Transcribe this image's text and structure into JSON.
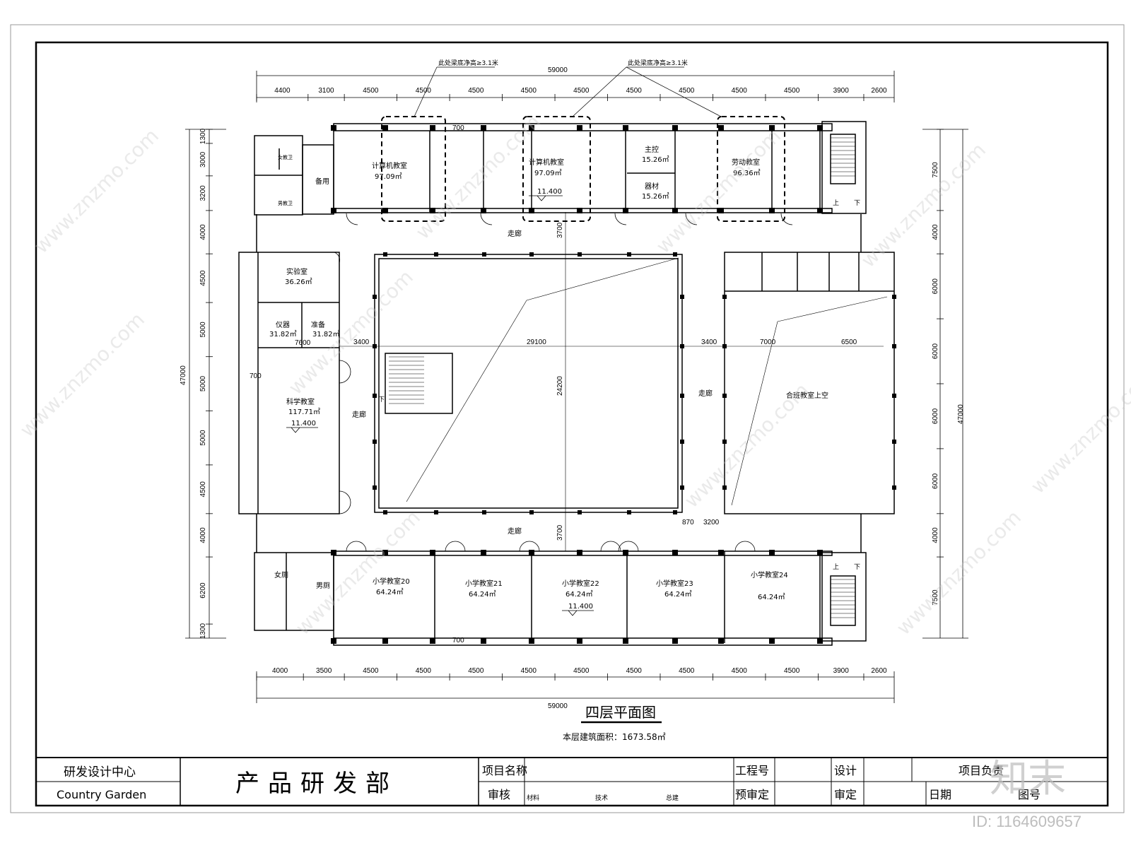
{
  "notes": {
    "left": "此处梁底净高≥3.1米",
    "right": "此处梁底净高≥3.1米"
  },
  "dims": {
    "top_total": "59000",
    "top": [
      "4400",
      "3100",
      "4500",
      "4500",
      "4500",
      "4500",
      "4500",
      "4500",
      "4500",
      "4500",
      "4500",
      "3900",
      "2600"
    ],
    "bottom_total": "59000",
    "bottom": [
      "4000",
      "3500",
      "4500",
      "4500",
      "4500",
      "4500",
      "4500",
      "4500",
      "4500",
      "4500",
      "4500",
      "3900",
      "2600"
    ],
    "left_total": "47000",
    "left": [
      "1300",
      "3000",
      "3200",
      "4000",
      "4500",
      "5000",
      "5000",
      "5000",
      "4500",
      "4000",
      "6200",
      "1300"
    ],
    "right_total": "47000",
    "right": [
      "7500",
      "4000",
      "6000",
      "6000",
      "6000",
      "6000",
      "4000",
      "7500"
    ],
    "inner": {
      "row1": "3400",
      "mid": "29100",
      "row3": "3400",
      "r1": "7000",
      "r2": "6500",
      "v1": "3700",
      "v2": "24200",
      "v3": "3700",
      "small1": "7600",
      "small2": "700",
      "small3": "870",
      "small4": "3200",
      "small5": "700",
      "small6": "700"
    }
  },
  "rooms": {
    "comp1": {
      "name": "计算机教室",
      "area": "97.09㎡"
    },
    "comp2": {
      "name": "计算机教室",
      "area": "97.09㎡",
      "level": "11.400"
    },
    "control": {
      "name": "主控",
      "area": "15.26㎡"
    },
    "equip": {
      "name": "器材",
      "area": "15.26㎡"
    },
    "labor": {
      "name": "劳动教室",
      "area": "96.36㎡"
    },
    "spare": {
      "name": "备用"
    },
    "wc_f_top": {
      "name": "女教卫"
    },
    "wc_m_top": {
      "name": "男教卫"
    },
    "lab": {
      "name": "实验室",
      "area": "36.26㎡"
    },
    "instr": {
      "name": "仪器",
      "area": "31.82㎡"
    },
    "prep": {
      "name": "准备",
      "area": "31.82㎡"
    },
    "science": {
      "name": "科学教室",
      "area": "117.71㎡",
      "level": "11.400"
    },
    "combined": {
      "name": "合班教室上空"
    },
    "corr_top": {
      "name": "走廊"
    },
    "corr_left": {
      "name": "走廊"
    },
    "corr_right": {
      "name": "走廊"
    },
    "corr_bottom": {
      "name": "走廊"
    },
    "wc_f": {
      "name": "女厕"
    },
    "wc_m": {
      "name": "男厕"
    },
    "c20": {
      "name": "小学教室20",
      "area": "64.24㎡"
    },
    "c21": {
      "name": "小学教室21",
      "area": "64.24㎡"
    },
    "c22": {
      "name": "小学教室22",
      "area": "64.24㎡",
      "level": "11.400"
    },
    "c23": {
      "name": "小学教室23",
      "area": "64.24㎡"
    },
    "c24": {
      "name": "小学教室24",
      "area": "64.24㎡"
    },
    "stair_up": "上",
    "stair_down": "下"
  },
  "title": {
    "main": "四层平面图",
    "area": "本层建筑面积：1673.58㎡"
  },
  "titleblock": {
    "company": "研发设计中心",
    "company_en": "Country Garden",
    "dept": "产品研发部",
    "project_name": "项目名称",
    "project_no": "工程号",
    "design": "设计",
    "project_lead": "项目负责",
    "review": "审核",
    "material": "材料",
    "tech": "技术",
    "chief": "总建",
    "pre_review": "预审定",
    "approve": "审定",
    "date": "日期",
    "drawing_no": "图号"
  },
  "watermark": {
    "text": "www.znzmo.com",
    "logo": "知末",
    "id": "ID: 1164609657"
  }
}
